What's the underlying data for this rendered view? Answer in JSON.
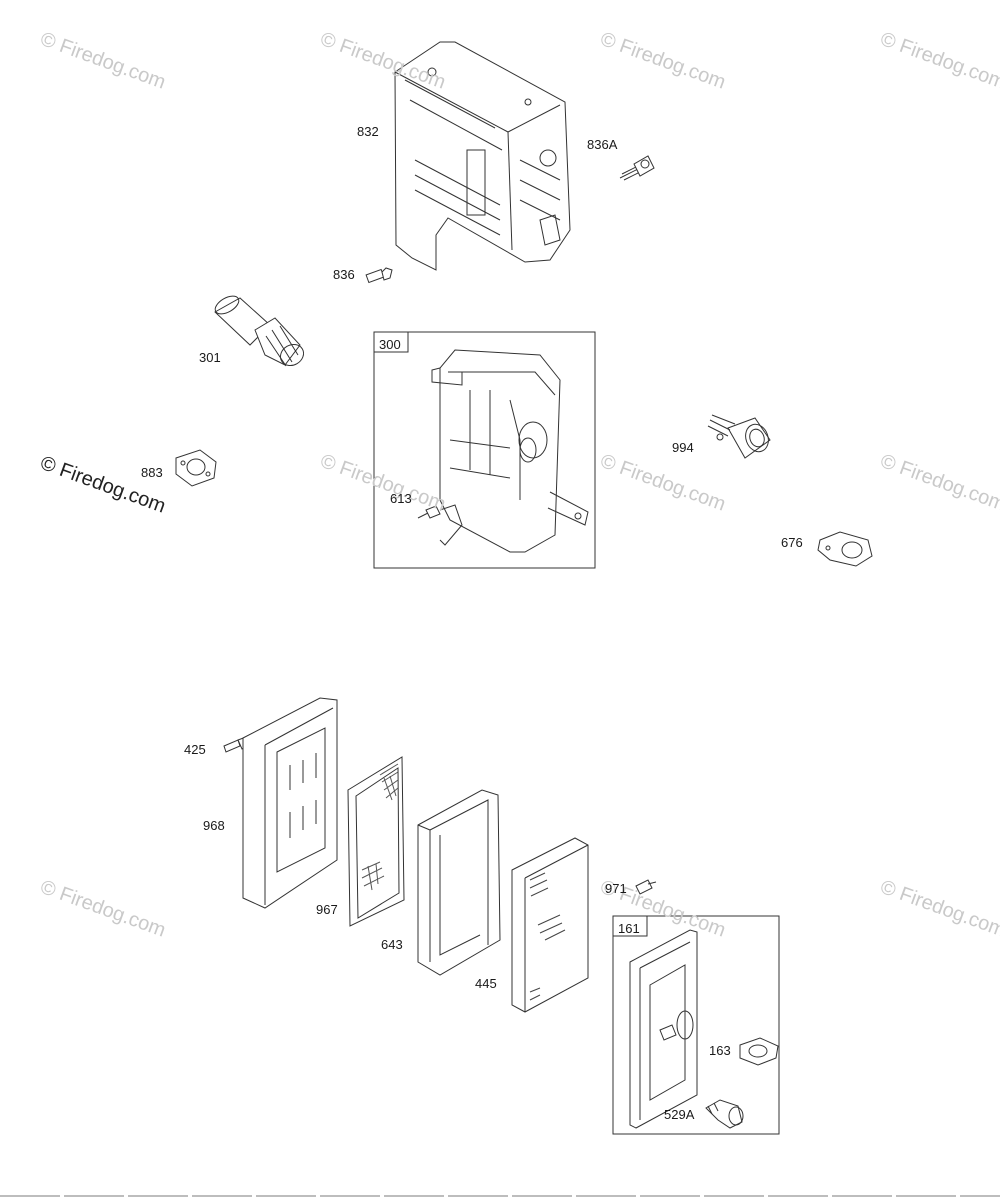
{
  "diagram": {
    "watermark_text": "© Firedog.com",
    "labels": {
      "p832": "832",
      "p836A": "836A",
      "p836": "836",
      "p301": "301",
      "p300": "300",
      "p994": "994",
      "p883": "883",
      "p613": "613",
      "p676": "676",
      "p425": "425",
      "p968": "968",
      "p967": "967",
      "p643": "643",
      "p445": "445",
      "p971": "971",
      "p161": "161",
      "p163": "163",
      "p529A": "529A"
    }
  }
}
